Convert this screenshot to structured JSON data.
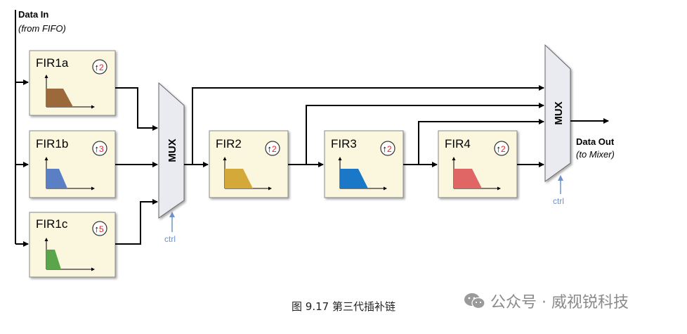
{
  "input": {
    "title": "Data In",
    "subtitle": "(from FIFO)"
  },
  "output": {
    "title": "Data Out",
    "subtitle": "(to Mixer)"
  },
  "filters": [
    {
      "id": "fir1a",
      "name": "FIR1a",
      "rate": "2",
      "color": "#9c6a3a"
    },
    {
      "id": "fir1b",
      "name": "FIR1b",
      "rate": "3",
      "color": "#5b7fc4"
    },
    {
      "id": "fir1c",
      "name": "FIR1c",
      "rate": "5",
      "color": "#5aa54a"
    },
    {
      "id": "fir2",
      "name": "FIR2",
      "rate": "2",
      "color": "#d4a93a"
    },
    {
      "id": "fir3",
      "name": "FIR3",
      "rate": "2",
      "color": "#1b78c8"
    },
    {
      "id": "fir4",
      "name": "FIR4",
      "rate": "2",
      "color": "#e06565"
    }
  ],
  "mux_label": "MUX",
  "ctrl_label": "ctrl",
  "caption": "图 9.17 第三代插补链",
  "watermark": "公众号 · 威视锐科技",
  "colors": {
    "block_fill": "#fbf7df",
    "mux_fill": "#e9ebf1",
    "ctrl": "#6b93c9",
    "rate_digit": "#e02525"
  }
}
